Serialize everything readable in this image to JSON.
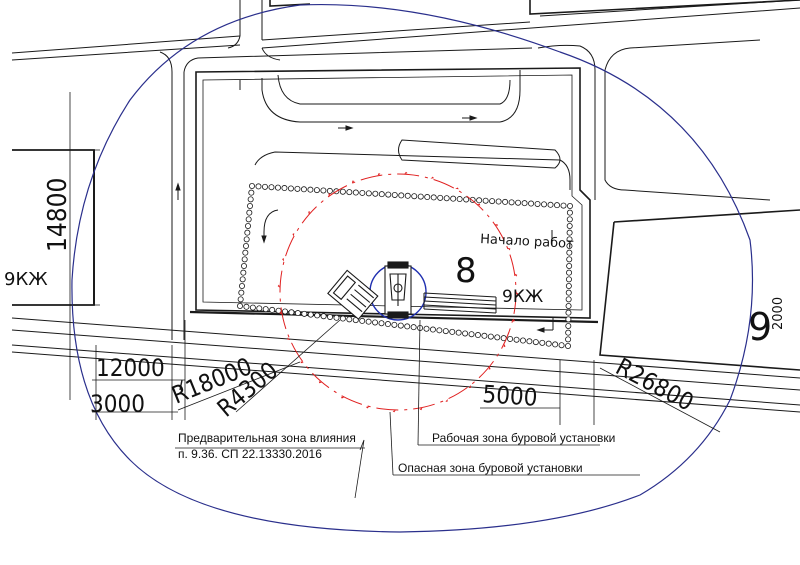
{
  "plot_number": "8",
  "building_label_center": "9КЖ",
  "building_label_left": "9КЖ",
  "building_label_right": "9",
  "building_label_right_partial": "2000",
  "start_label": "Начало работ",
  "dims": {
    "d14800": "14800",
    "d12000": "12000",
    "d3000": "3000",
    "r18000": "R18000",
    "r4300": "R4300",
    "d5000": "5000",
    "r26800": "R26800"
  },
  "legend": {
    "pre_zone_line1": "Предварительная зона влияния",
    "pre_zone_line2": "п. 9.36. СП 22.13330.2016",
    "work_zone": "Рабочая зона буровой установки",
    "danger_zone": "Опасная зона буровой установки"
  },
  "colors": {
    "line": "#1a1a1a",
    "influence_zone": "#2a2f8c",
    "danger_zone": "#e02020",
    "work_zone": "#1f2fb0"
  }
}
